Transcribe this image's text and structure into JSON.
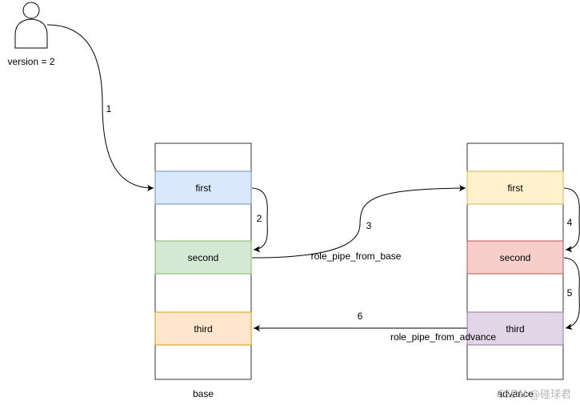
{
  "user": {
    "label": "version = 2"
  },
  "containers": {
    "base": {
      "label": "base",
      "cells": [
        {
          "text": "first",
          "fill": "#dae8fc",
          "stroke": "#6c8ebf"
        },
        {
          "text": "second",
          "fill": "#d5e8d4",
          "stroke": "#82b366"
        },
        {
          "text": "third",
          "fill": "#ffe6cc",
          "stroke": "#d79b00"
        }
      ]
    },
    "advance": {
      "label": "advance",
      "cells": [
        {
          "text": "first",
          "fill": "#fff2cc",
          "stroke": "#d6b656"
        },
        {
          "text": "second",
          "fill": "#f8cecc",
          "stroke": "#b85450"
        },
        {
          "text": "third",
          "fill": "#e1d5e7",
          "stroke": "#9673a6"
        }
      ]
    }
  },
  "edges": [
    {
      "step": "1",
      "label": ""
    },
    {
      "step": "2",
      "label": ""
    },
    {
      "step": "3",
      "label": "role_pipe_from_base"
    },
    {
      "step": "4",
      "label": ""
    },
    {
      "step": "5",
      "label": ""
    },
    {
      "step": "6",
      "label": "role_pipe_from_advance"
    }
  ],
  "watermark": "CSDN @碰球君"
}
